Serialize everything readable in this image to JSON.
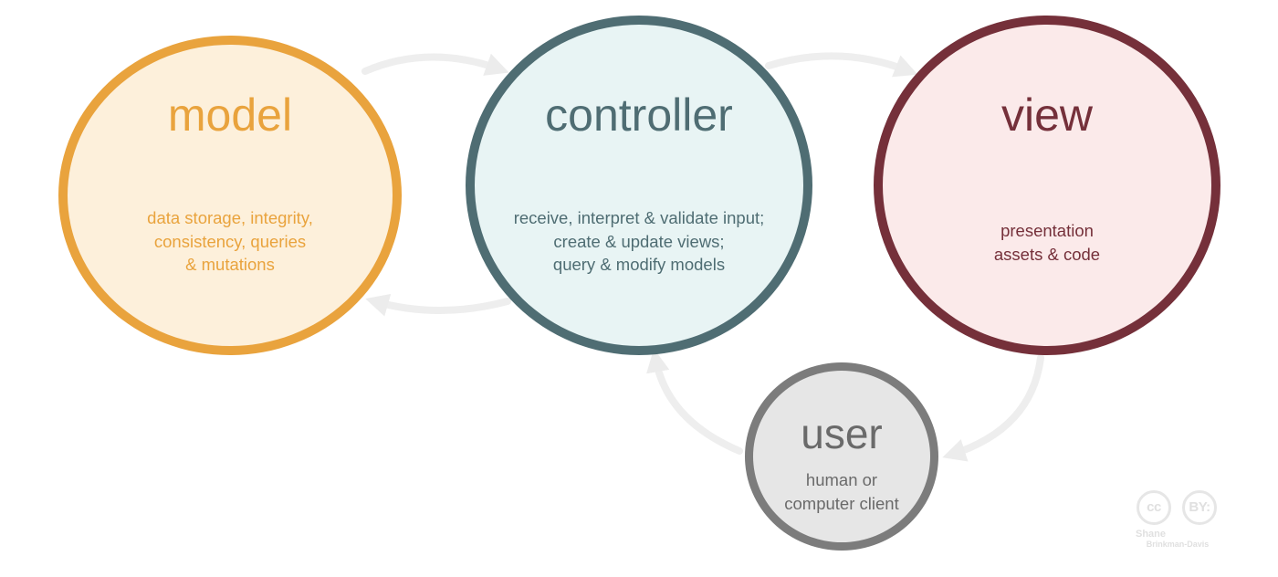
{
  "nodes": {
    "model": {
      "title": "model",
      "lines": [
        "data storage, integrity,",
        "consistency, queries",
        "& mutations"
      ],
      "colors": {
        "fill": "#fdf0db",
        "stroke": "#e9a33d",
        "text": "#e9a33d"
      }
    },
    "controller": {
      "title": "controller",
      "lines": [
        "receive, interpret & validate input;",
        "create & update views;",
        "query & modify models"
      ],
      "colors": {
        "fill": "#e8f4f4",
        "stroke": "#4f6d73",
        "text": "#4f6d73"
      }
    },
    "view": {
      "title": "view",
      "lines": [
        "presentation",
        "assets & code"
      ],
      "colors": {
        "fill": "#fbeaea",
        "stroke": "#75303a",
        "text": "#75303a"
      }
    },
    "user": {
      "title": "user",
      "lines": [
        "human or",
        "computer client"
      ],
      "colors": {
        "fill": "#e6e6e6",
        "stroke": "#7c7c7c",
        "text": "#6a6a6a"
      }
    }
  },
  "arrows": [
    {
      "from": "model",
      "to": "controller"
    },
    {
      "from": "controller",
      "to": "model"
    },
    {
      "from": "controller",
      "to": "view"
    },
    {
      "from": "view",
      "to": "user"
    },
    {
      "from": "user",
      "to": "controller"
    }
  ],
  "arrow_color": "#eeeeee",
  "license": {
    "badges": [
      "cc-icon",
      "by-icon"
    ],
    "author_first": "Shane",
    "author_last": "Brinkman-Davis"
  }
}
